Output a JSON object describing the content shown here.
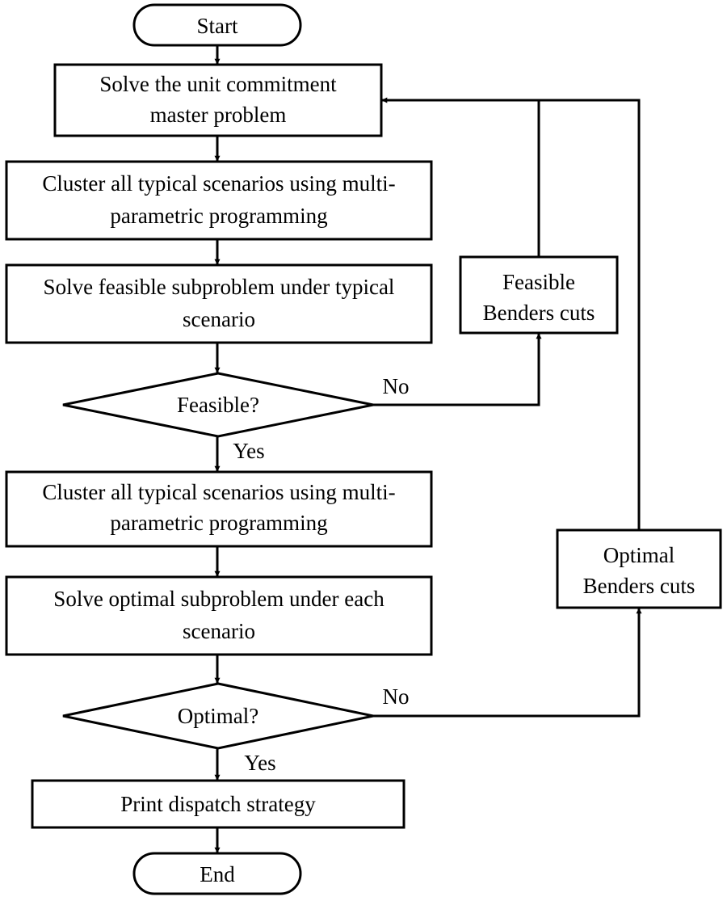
{
  "diagram": {
    "start": "Start",
    "master": [
      "Solve the unit commitment",
      "master problem"
    ],
    "cluster_1": [
      "Cluster all typical scenarios using multi-",
      "parametric programming"
    ],
    "feasible_sub": [
      "Solve feasible subproblem under typical",
      "scenario"
    ],
    "feasible_decision": "Feasible?",
    "feasible_no": "No",
    "feasible_yes": "Yes",
    "feasible_cuts": [
      "Feasible",
      "Benders cuts"
    ],
    "cluster_2": [
      "Cluster all typical scenarios using multi-",
      "parametric programming"
    ],
    "optimal_sub": [
      "Solve optimal subproblem under each",
      "scenario"
    ],
    "optimal_decision": "Optimal?",
    "optimal_no": "No",
    "optimal_yes": "Yes",
    "optimal_cuts": [
      "Optimal",
      "Benders cuts"
    ],
    "print": "Print dispatch strategy",
    "end": "End"
  }
}
